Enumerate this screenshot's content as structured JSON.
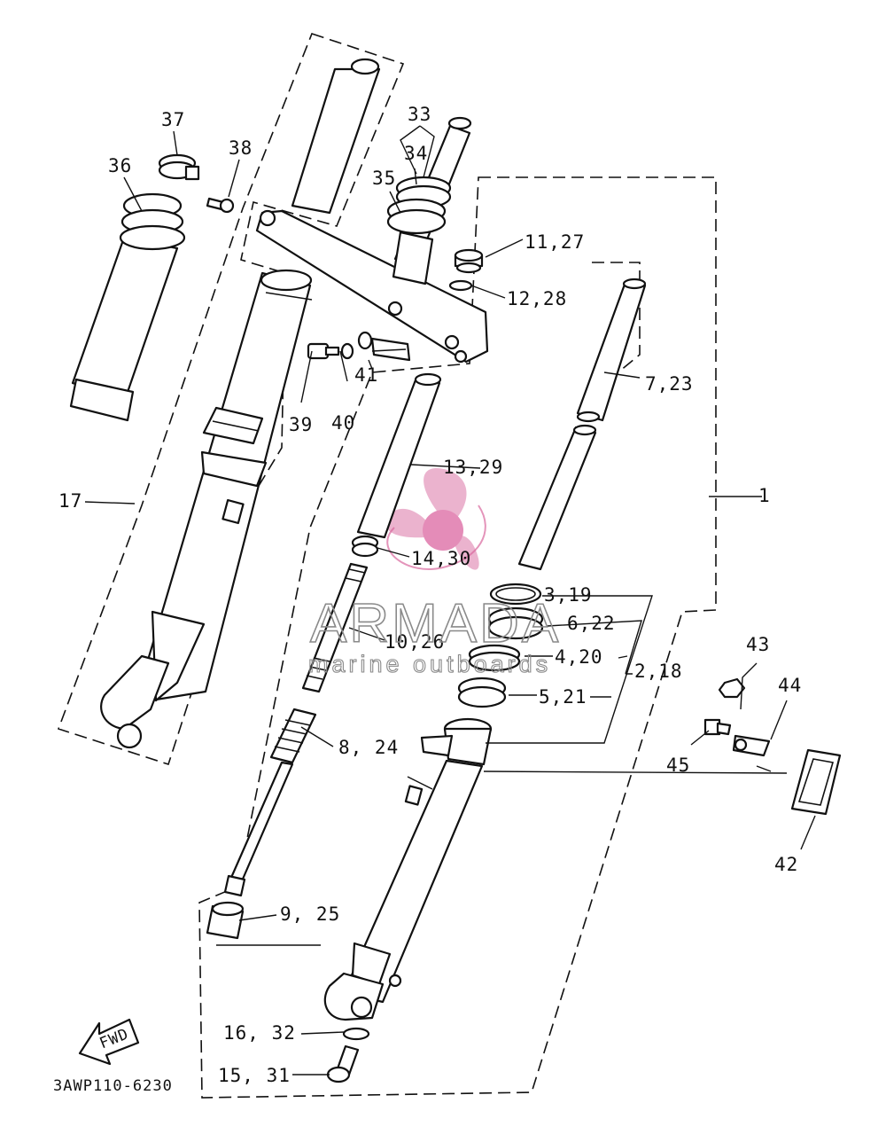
{
  "diagram": {
    "code": "3AWP110-6230",
    "fwd_arrow": "FWD",
    "watermark": {
      "brand": "ARMADA",
      "tagline": "marine outboards",
      "logo": "propeller-logo"
    },
    "labels": {
      "p1": "1",
      "p17": "17",
      "p2_18": "2,18",
      "p3_19": "3,19",
      "p4_20": "4,20",
      "p5_21": "5,21",
      "p6_22": "6,22",
      "p7_23": "7,23",
      "p8_24": "8, 24",
      "p9_25": "9, 25",
      "p10_26": "10,26",
      "p11_27": "11,27",
      "p12_28": "12,28",
      "p13_29": "13,29",
      "p14_30": "14,30",
      "p15_31": "15, 31",
      "p16_32": "16, 32",
      "p33": "33",
      "p34": "34",
      "p35": "35",
      "p36": "36",
      "p37": "37",
      "p38": "38",
      "p39": "39",
      "p40": "40",
      "p41": "41",
      "p42": "42",
      "p43": "43",
      "p44": "44",
      "p45": "45"
    }
  }
}
